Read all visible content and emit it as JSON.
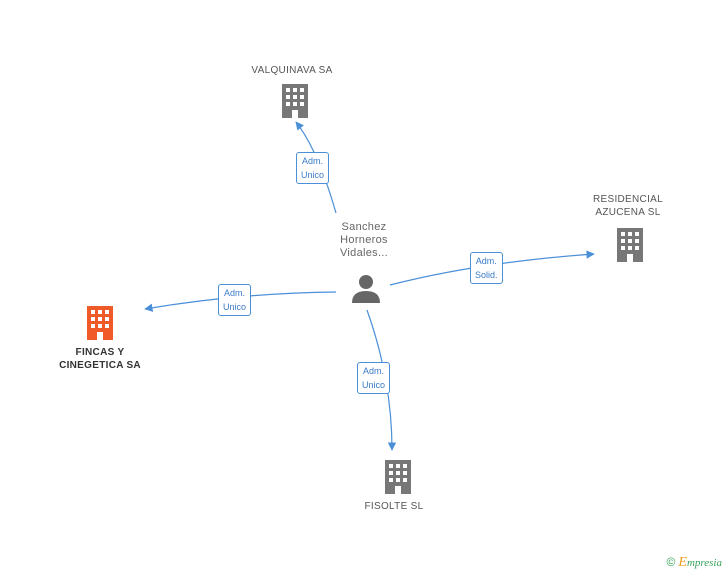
{
  "center": {
    "name_lines": [
      "Sanchez",
      "Horneros",
      "Vidales..."
    ]
  },
  "companies": {
    "valquinava": {
      "lines": [
        "VALQUINAVA SA"
      ]
    },
    "residencial": {
      "lines": [
        "RESIDENCIAL",
        "AZUCENA SL"
      ]
    },
    "fincas": {
      "lines": [
        "FINCAS Y",
        "CINEGETICA SA"
      ]
    },
    "fisolte": {
      "lines": [
        "FISOLTE SL"
      ]
    }
  },
  "edges": {
    "valquinava": {
      "lines": [
        "Adm.",
        "Unico"
      ]
    },
    "residencial": {
      "lines": [
        "Adm.",
        "Solid."
      ]
    },
    "fincas": {
      "lines": [
        "Adm.",
        "Unico"
      ]
    },
    "fisolte": {
      "lines": [
        "Adm.",
        "Unico"
      ]
    }
  },
  "colors": {
    "link": "#4a8fd8",
    "building": "#777777",
    "building_main": "#f05a28",
    "person": "#666666"
  },
  "footer": {
    "copyright": "©",
    "brand_initial": "E",
    "brand_rest": "mpresia"
  }
}
